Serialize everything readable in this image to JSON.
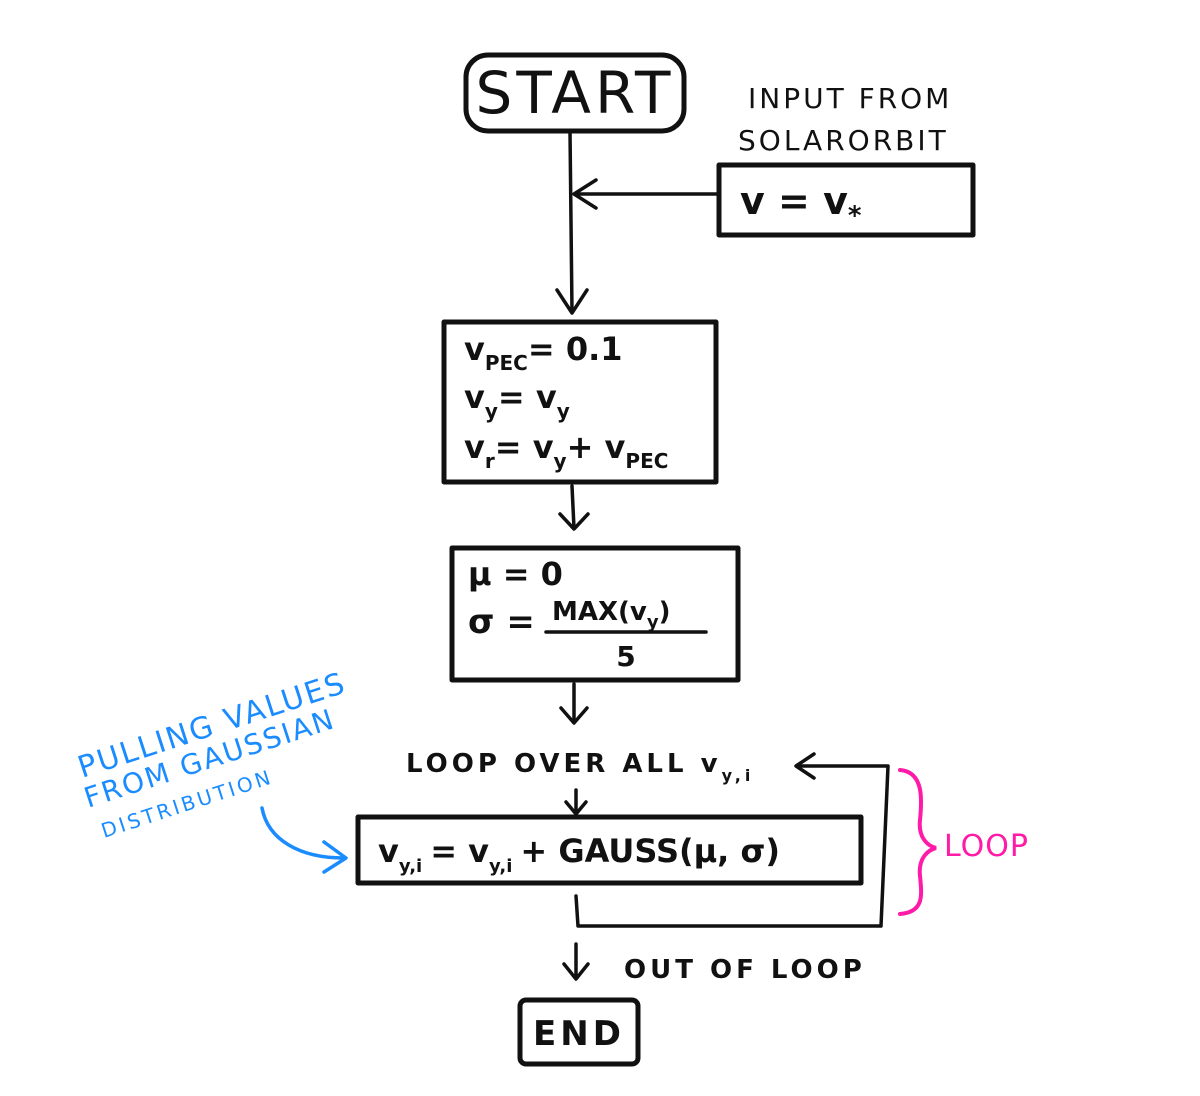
{
  "start": {
    "label": "START"
  },
  "input": {
    "caption_line1": "INPUT FROM",
    "caption_line2": "SOLARORBIT",
    "formula": "v = v",
    "formula_sub": "*"
  },
  "init_block": {
    "line1": "v",
    "line1_sub": "PEC",
    "line1_rest": "= 0.1",
    "line2": "v",
    "line2_sub": "y",
    "line2_rest": "= v",
    "line2_sub2": "y",
    "line3": "v",
    "line3_sub": "r",
    "line3_rest": "= v",
    "line3_sub2": "y",
    "line3_plus": "+ v",
    "line3_sub3": "PEC"
  },
  "params_block": {
    "mu_line": "μ = 0",
    "sigma_lhs": "σ =",
    "sigma_numerator": "MAX(v",
    "sigma_numerator_sub": "y",
    "sigma_numerator_close": ")",
    "sigma_denominator": "5"
  },
  "loop_header": {
    "label": "LOOP OVER ALL v",
    "sub": "y,i"
  },
  "loop_body": {
    "lhs": "v",
    "lhs_sub": "y,i",
    "eq": "= v",
    "rhs_sub": "y,i",
    "rest": "+ GAUSS(μ, σ)"
  },
  "annotation": {
    "line1": "PULLING VALUES",
    "line2": "FROM GAUSSIAN",
    "line3": "DISTRIBUTION",
    "color": "#1a8cff"
  },
  "loop_label": {
    "text": "LOOP",
    "color": "#ff1aa8"
  },
  "exit_label": {
    "text": "OUT OF LOOP"
  },
  "end": {
    "label": "END"
  }
}
